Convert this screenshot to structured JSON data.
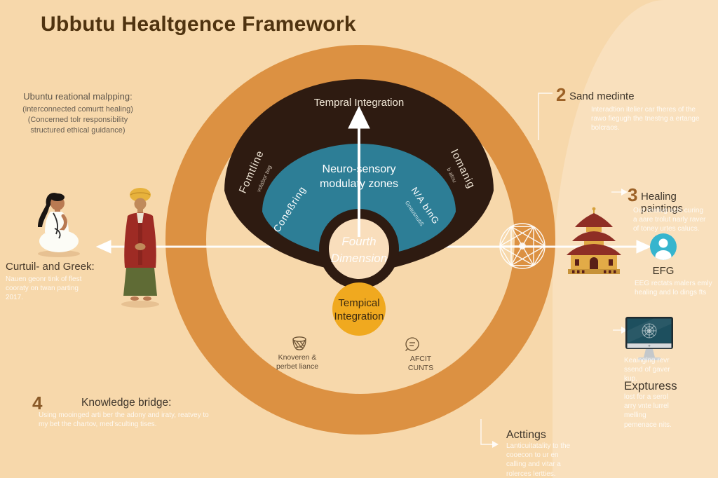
{
  "title": "Ubbutu Healtgence Framework",
  "colors": {
    "background": "#f7d8ab",
    "ring_orange": "#dc9142",
    "dome_brown": "#2e1b11",
    "teal": "#2d7e96",
    "accent_orange": "#f0a91f",
    "heading_dark": "#3f362b",
    "number_brown": "#9c6126",
    "avatar_teal": "#36b5ce",
    "temple_red": "#8e2e25",
    "temple_gold": "#e2ab47"
  },
  "left_block": {
    "heading": "Ubuntu reational malpping:",
    "line1": "(interconnected comurtt healing)",
    "line2": "(Concerned tolr responsibility",
    "line3": "structured ethical guidance)"
  },
  "figures": {
    "caption_heading": "Curtuil- and Greek:",
    "caption_body": "Nauen geonr tink of flest cooraty on twan parting 2017."
  },
  "center": {
    "top_label": "Tempral Integration",
    "teal_line1": "Neuro-sensory",
    "teal_line2": "modulaty zones",
    "dark_left": "Fomtline",
    "dark_left_sub": "volabor twg",
    "dark_right": "Iomanig",
    "dark_right_sub": "b atou",
    "teal_left": "Coneßring",
    "teal_right": "N/A bInG",
    "teal_right_sub": "Gnausnutiß",
    "core_line1": "Fourth",
    "core_line2": "Dimension",
    "orange_line1": "Tempical",
    "orange_line2": "Integration"
  },
  "right": {
    "item2_number": "2",
    "item2_heading": "Sand medinte",
    "item2_body": "Interadtion itelier car fheres of the rawo fiegugh the tnestng a ertange bolcraos.",
    "item3_number": "3",
    "item3_heading": "Healing paintings",
    "item3_body": "Our realivg acts curing a aare trolut narly raver of toney urtes calucs.",
    "efg_label": "EFG",
    "efg_body": "EEG rectats malers emly healing and lo dings fts",
    "monitor_caption": "Keainging revr ssend of gaver kup.",
    "expturess_heading": "Expturess",
    "expturess_body": "lost for a serol arry vnte lurrel melling pemenace nits."
  },
  "bottom": {
    "item4_number": "4",
    "item4_heading": "Knowledge bridge:",
    "item4_body": "Using mooinged arti ber the adony and iraty, reatvey to my bet the chartov, med'sculting tises.",
    "icon1_line1": "Knoveren &",
    "icon1_line2": "perbet liance",
    "icon2_line1": "AFCIT",
    "icon2_line2": "CUNTS",
    "acttings_heading": "Acttings",
    "acttings_body": "Lanticuitatality to the cooecon to ur en calling and vitar a rolerces lertties."
  }
}
